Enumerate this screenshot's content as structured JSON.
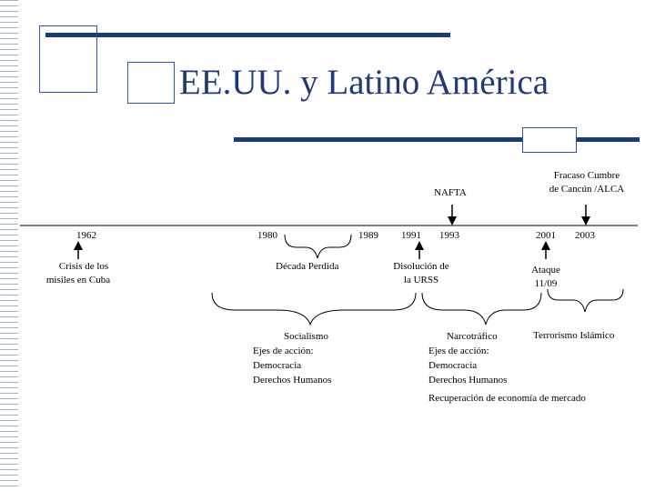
{
  "title": "EE.UU. y Latino América",
  "events": {
    "nafta": "NAFTA",
    "fracaso_1": "Fracaso Cumbre",
    "fracaso_2": "de Cancún /ALCA"
  },
  "years": {
    "y1962": "1962",
    "y1980": "1980",
    "y1989": "1989",
    "y1991": "1991",
    "y1993": "1993",
    "y2001": "2001",
    "y2003": "2003"
  },
  "labels": {
    "crisis_1": "Crisis de los",
    "crisis_2": "misiles en Cuba",
    "decada": "Década Perdida",
    "disolucion_1": "Disolución de",
    "disolucion_2": "la URSS",
    "ataque_1": "Ataque",
    "ataque_2": "11/09"
  },
  "periods": {
    "socialismo": {
      "heading": "Socialismo",
      "line1": "Ejes de acción:",
      "line2": "Democracia",
      "line3": "Derechos Humanos"
    },
    "narcotrafico": {
      "heading": "Narcotráfico",
      "line1": "Ejes de acción:",
      "line2": "Democracia",
      "line3": "Derechos Humanos",
      "line4": "Recuperación de economía de mercado"
    },
    "terrorismo": {
      "heading": "Terrorismo Islámico"
    }
  },
  "colors": {
    "accent": "#1f3a7a",
    "square_border": "#2a5aa0",
    "stripe": "#9fb0d0"
  }
}
